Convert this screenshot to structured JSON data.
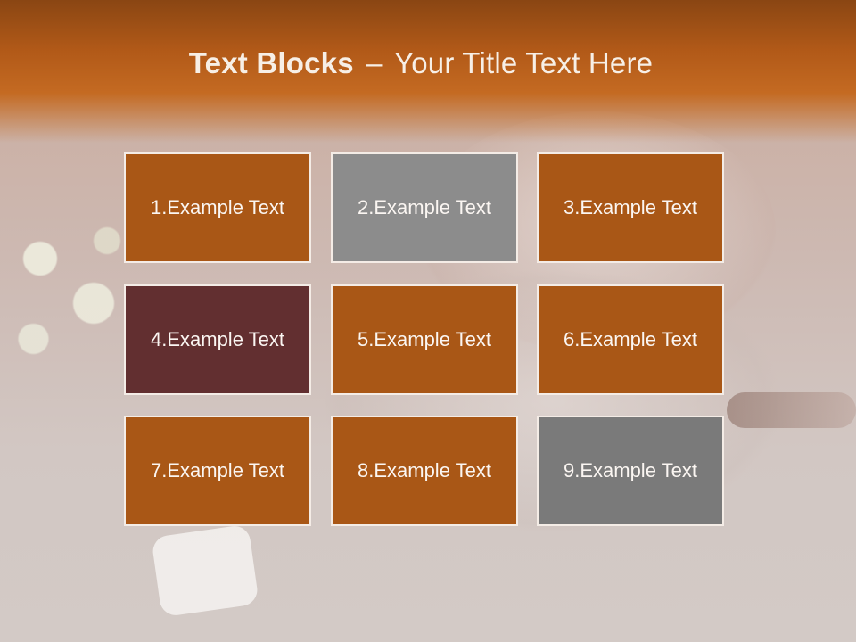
{
  "slide": {
    "title_bold": "Text Blocks",
    "title_separator": "–",
    "title_rest": "Your Title Text Here"
  },
  "colors": {
    "orange": "#a95716",
    "gray_light": "#8c8c8c",
    "maroon": "#622f30",
    "gray_dark": "#7a7a7a",
    "border": "#f4ece6",
    "header": "#b15918"
  },
  "blocks": [
    {
      "label": "1.Example Text",
      "color": "#a95716"
    },
    {
      "label": "2.Example Text",
      "color": "#8c8c8c"
    },
    {
      "label": "3.Example Text",
      "color": "#a95716"
    },
    {
      "label": "4.Example Text",
      "color": "#622f30"
    },
    {
      "label": "5.Example Text",
      "color": "#a95716"
    },
    {
      "label": "6.Example Text",
      "color": "#a95716"
    },
    {
      "label": "7.Example Text",
      "color": "#a95716"
    },
    {
      "label": "8.Example Text",
      "color": "#a95716"
    },
    {
      "label": "9.Example Text",
      "color": "#7a7a7a"
    }
  ]
}
